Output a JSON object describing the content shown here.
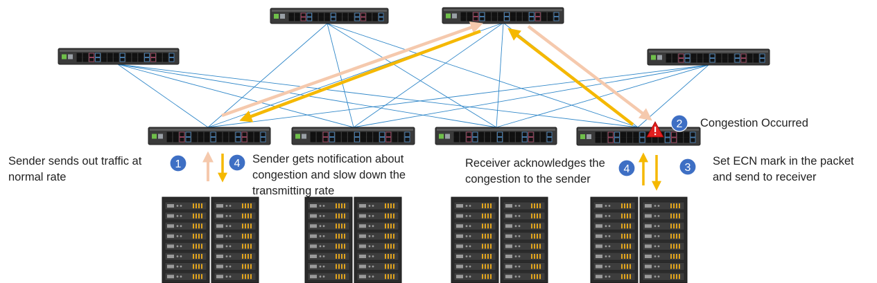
{
  "colors": {
    "link": "#2e86c8",
    "traffic_arrow": "#f5c9ad",
    "feedback_arrow": "#f5b800",
    "badge": "#3e6fc4",
    "warning": "#e02020",
    "switch_body": "#3a3a3a",
    "rack_body": "#2b2b2b"
  },
  "icons": {
    "switch": "network-switch-icon",
    "rack": "server-rack-icon",
    "warning": "warning-triangle-icon"
  },
  "labels": {
    "sender_sends": [
      "Sender sends out traffic at",
      "normal rate"
    ],
    "sender_notified": [
      "Sender gets notification about",
      "congestion and slow down the",
      "transmitting rate"
    ],
    "receiver_ack": [
      "Receiver acknowledges the",
      "congestion to the sender"
    ],
    "congestion": "Congestion Occurred",
    "set_ecn": [
      "Set ECN mark in the packet",
      "and send to receiver"
    ]
  },
  "steps": {
    "sender_send": "1",
    "congestion": "2",
    "ecn_mark": "3",
    "receiver_ack": "4",
    "sender_notified": "4"
  }
}
